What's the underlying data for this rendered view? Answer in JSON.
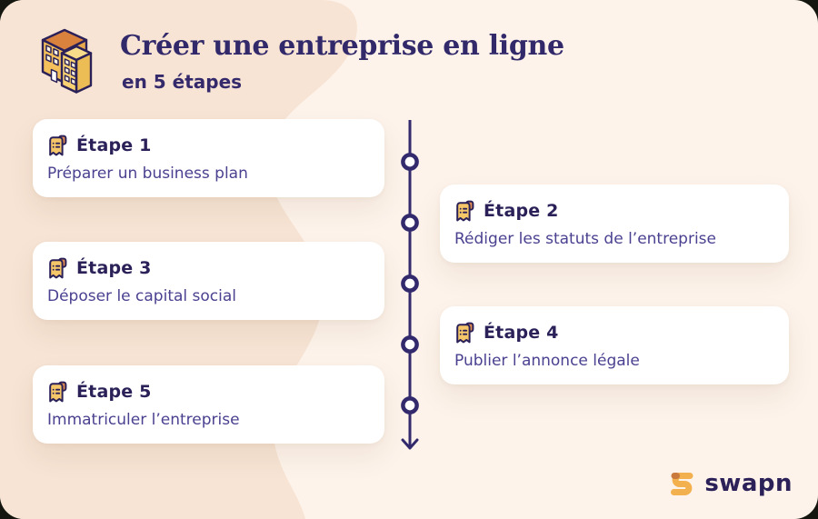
{
  "header": {
    "title": "Créer une entreprise en ligne",
    "subtitle": "en 5 étapes",
    "logo_icon": "buildings-icon"
  },
  "steps": [
    {
      "label": "Étape 1",
      "description": "Préparer un business plan",
      "side": "left"
    },
    {
      "label": "Étape 2",
      "description": "Rédiger les statuts de l’entreprise",
      "side": "right"
    },
    {
      "label": "Étape 3",
      "description": "Déposer le capital social",
      "side": "left"
    },
    {
      "label": "Étape 4",
      "description": "Publier l’annonce légale",
      "side": "right"
    },
    {
      "label": "Étape 5",
      "description": "Immatriculer l’entreprise",
      "side": "left"
    }
  ],
  "timeline": {
    "dots": 5,
    "direction": "down",
    "icon": "arrow-down-icon"
  },
  "footer": {
    "brand": "swapn",
    "icon": "swapn-logo-icon"
  },
  "colors": {
    "background": "#fdf3ea",
    "blob": "#f7e4d4",
    "card": "#ffffff",
    "navy": "#2b2158",
    "body_text": "#4a4190",
    "accent_yellow": "#f4c261",
    "accent_orange": "#d8823e"
  }
}
